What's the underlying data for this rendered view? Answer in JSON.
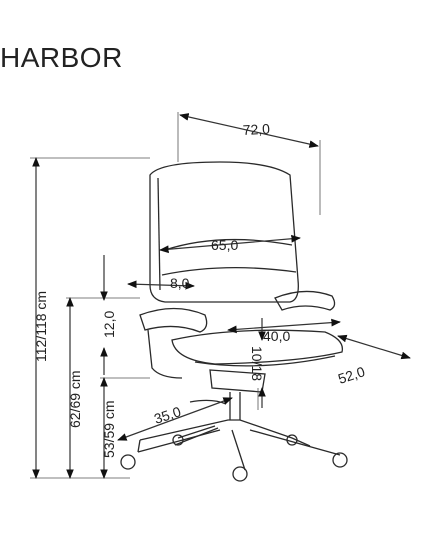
{
  "title": "HARBOR",
  "dimensions": {
    "total_width": "72,0",
    "backrest_width": "65,0",
    "backrest_gap": "8,0",
    "armrest_height": "12,0",
    "seat_depth": "40,0",
    "seat_thickness": "10/18",
    "depth": "52,0",
    "base_radius": "35,0",
    "total_height": "112/118 cm",
    "armrest_floor_height": "62/69 cm",
    "seat_height": "53/59 cm"
  }
}
